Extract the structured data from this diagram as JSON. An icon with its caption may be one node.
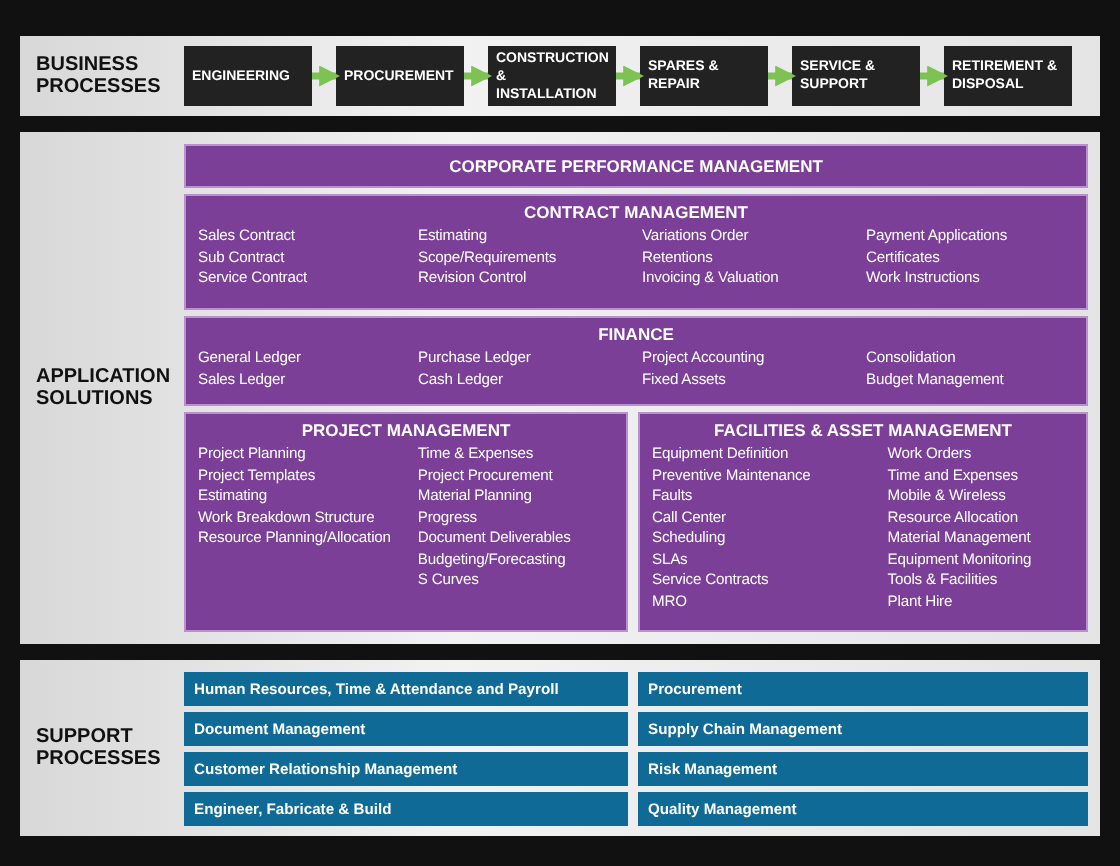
{
  "diagram": {
    "nodes": [
      {
        "text": [
          "BUSINESS PROCESSES"
        ]
      },
      {
        "text": [
          "ENGINEERING"
        ],
        "in": 0
      },
      {
        "text": [
          "PROCUREMENT"
        ],
        "in": 0
      },
      {
        "text": [
          "CONSTRUCTION & INSTALLATION"
        ],
        "in": 0
      },
      {
        "text": [
          "SPARES & REPAIR"
        ],
        "in": 0
      },
      {
        "text": [
          "SERVICE & SUPPORT"
        ],
        "in": 0
      },
      {
        "text": [
          "RETIREMENT & DISPOSAL"
        ],
        "in": 0
      },
      {
        "text": [
          "APPLICATION SOLUTIONS"
        ]
      },
      {
        "text": [
          "CORPORATE PERFORMANCE MANAGEMENT"
        ],
        "in": 7
      },
      {
        "text": [
          "CONTRACT MANAGEMENT",
          "Sales Contract",
          "Sub Contract",
          "Service Contract",
          "Estimating",
          "Scope/Requirements",
          "Revision Control",
          "Variations Order",
          "Retentions",
          "Invoicing & Valuation",
          "Payment Applications",
          "Certificates",
          "Work Instructions"
        ],
        "in": 7
      },
      {
        "text": [
          "FINANCE",
          "General Ledger",
          "Sales Ledger",
          "Purchase Ledger",
          "Cash Ledger",
          "Project Accounting",
          "Fixed Assets",
          "Consolidation",
          "Budget Management"
        ],
        "in": 7
      },
      {
        "text": [
          "PROJECT MANAGEMENT",
          "Project Planning",
          "Project Templates",
          "Estimating",
          "Work Breakdown Structure",
          "Resource Planning/Allocation",
          "Time & Expenses",
          "Project Procurement",
          "Material Planning",
          "Progress",
          "Document Deliverables",
          "Budgeting/Forecasting",
          "S Curves"
        ],
        "in": 7
      },
      {
        "text": [
          "FACILITIES & ASSET MANAGEMENT",
          "Equipment Definition",
          "Preventive Maintenance",
          "Faults",
          "Call Center",
          "Scheduling",
          "SLAs",
          "Service Contracts",
          "MRO",
          "Work Orders",
          "Time and Expenses",
          "Mobile & Wireless",
          "Resource Allocation",
          "Material Management",
          "Equipment Monitoring",
          "Tools & Facilities",
          "Plant Hire"
        ],
        "in": 7
      },
      {
        "text": [
          "SUPPORT PROCESSES"
        ]
      },
      {
        "text": [
          "Human Resources, Time & Attendance and Payroll"
        ],
        "in": 13
      },
      {
        "text": [
          "Procurement"
        ],
        "in": 13
      },
      {
        "text": [
          "Document Management"
        ],
        "in": 13
      },
      {
        "text": [
          "Supply Chain Management"
        ],
        "in": 13
      },
      {
        "text": [
          "Customer Relationship Management"
        ],
        "in": 13
      },
      {
        "text": [
          "Risk Management"
        ],
        "in": 13
      },
      {
        "text": [
          "Engineer, Fabricate & Build"
        ],
        "in": 13
      },
      {
        "text": [
          "Quality Management"
        ],
        "in": 13
      }
    ],
    "edges": [
      {
        "from": 1,
        "to": 2,
        "arrow": "to"
      },
      {
        "from": 2,
        "to": 3,
        "arrow": "to"
      },
      {
        "from": 3,
        "to": 4,
        "arrow": "to"
      },
      {
        "from": 4,
        "to": 5,
        "arrow": "to"
      },
      {
        "from": 5,
        "to": 6,
        "arrow": "to"
      }
    ]
  }
}
